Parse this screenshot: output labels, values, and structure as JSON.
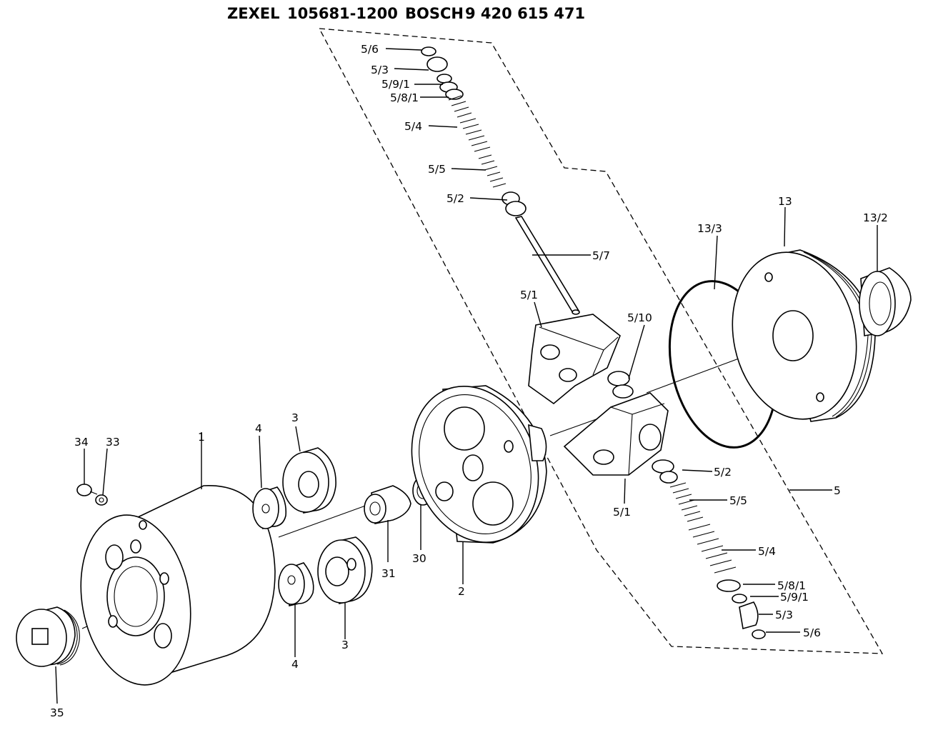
{
  "header": {
    "brand1": "ZEXEL",
    "number1": "105681-1200",
    "brand2": "BOSCH",
    "number2": "9 420 615 471"
  },
  "labels": {
    "l_5_6_top": "5/6",
    "l_5_3_top": "5/3",
    "l_5_9_1_top": "5/9/1",
    "l_5_8_1_top": "5/8/1",
    "l_5_4_top": "5/4",
    "l_5_5_top": "5/5",
    "l_5_2_top": "5/2",
    "l_5_7": "5/7",
    "l_5_1_top": "5/1",
    "l_5_10": "5/10",
    "l_13_3": "13/3",
    "l_13": "13",
    "l_13_2": "13/2",
    "l_5_2_bot": "5/2",
    "l_5_5_bot": "5/5",
    "l_5": "5",
    "l_5_1_bot": "5/1",
    "l_5_4_bot": "5/4",
    "l_5_8_1_bot": "5/8/1",
    "l_5_9_1_bot": "5/9/1",
    "l_5_3_bot": "5/3",
    "l_5_6_bot": "5/6",
    "l_34": "34",
    "l_33": "33",
    "l_1": "1",
    "l_4_top": "4",
    "l_3_top": "3",
    "l_31": "31",
    "l_30": "30",
    "l_2": "2",
    "l_4_bot": "4",
    "l_3_bot": "3",
    "l_35": "35"
  }
}
